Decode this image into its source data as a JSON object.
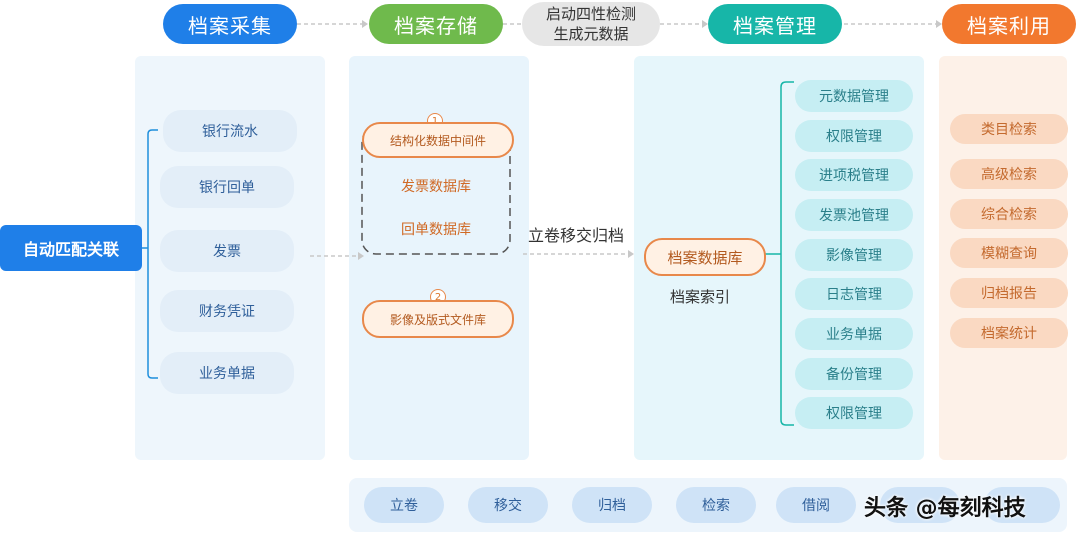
{
  "headers": {
    "collect": "档案采集",
    "storage": "档案存储",
    "check": "启动四性检测\n生成元数据",
    "manage": "档案管理",
    "use": "档案利用"
  },
  "source": "自动匹配关联",
  "collect_items": [
    "银行流水",
    "银行回单",
    "发票",
    "财务凭证",
    "业务单据"
  ],
  "storage": {
    "group1_num": "1",
    "group1_title": "结构化数据中间件",
    "group1_items": [
      "发票数据库",
      "回单数据库"
    ],
    "group2_num": "2",
    "group2_title": "影像及版式文件库"
  },
  "transfer_label": "立卷移交归档",
  "archive_db": "档案数据库",
  "archive_index": "档案索引",
  "manage_items": [
    "元数据管理",
    "权限管理",
    "进项税管理",
    "发票池管理",
    "影像管理",
    "日志管理",
    "业务单据",
    "备份管理",
    "权限管理"
  ],
  "use_items": [
    "类目检索",
    "高级检索",
    "综合检索",
    "模糊查询",
    "归档报告",
    "档案统计"
  ],
  "bottom_items": [
    "立卷",
    "移交",
    "归档",
    "检索",
    "借阅"
  ],
  "watermark": "头条 @每刻科技",
  "colors": {
    "collect": "#1f7fe8",
    "storage": "#6fba4c",
    "check": "#e6e6e6",
    "manage": "#17b6a8",
    "use": "#f2782e",
    "source": "#1f7fe8"
  }
}
